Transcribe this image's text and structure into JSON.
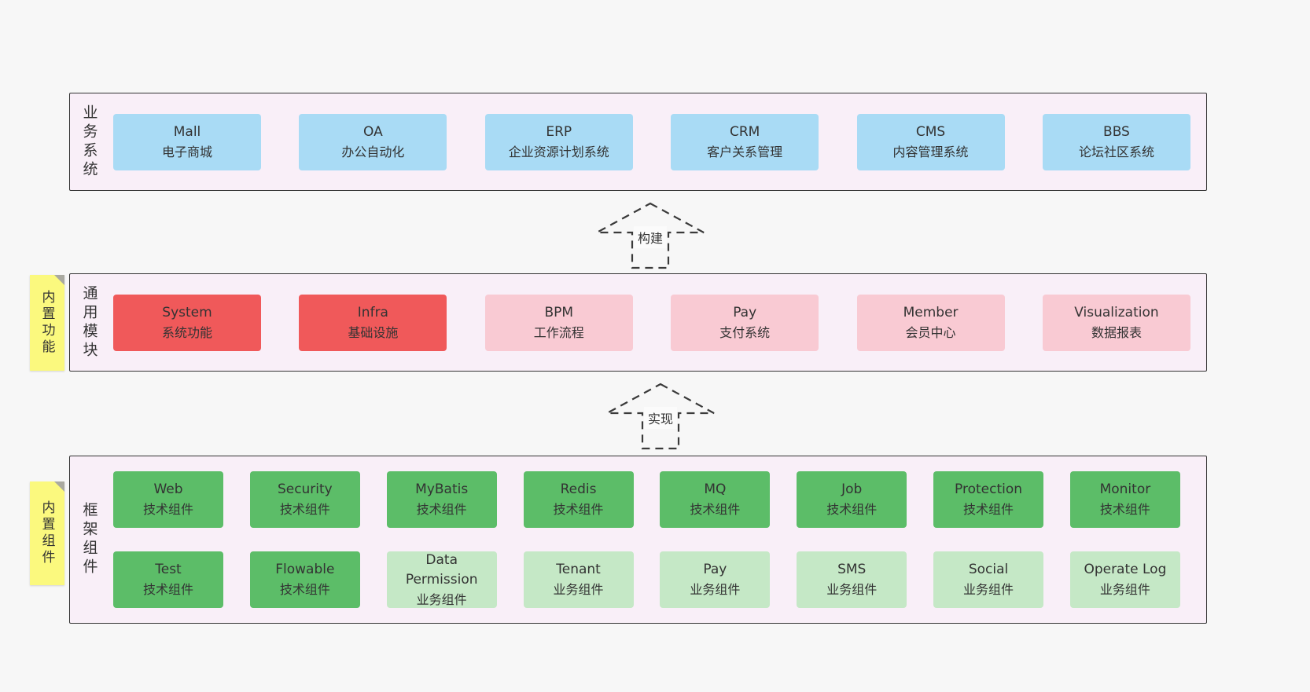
{
  "colors": {
    "page_bg": "#f7f7f7",
    "panel_bg": "#f9eff8",
    "panel_border": "#333333",
    "blue_box": "#a9dbf5",
    "red_box": "#f0595a",
    "pink_box": "#f9cad3",
    "green_dark_box": "#5cbd68",
    "green_light_box": "#c5e8c6",
    "sticky_yellow": "#fbf97e"
  },
  "arrows": [
    {
      "label": "构建"
    },
    {
      "label": "实现"
    }
  ],
  "stickies": [
    {
      "label": "内置功能"
    },
    {
      "label": "内置组件"
    }
  ],
  "sections": {
    "business": {
      "side_label": "业务系统",
      "items": [
        {
          "title": "Mall",
          "subtitle": "电子商城"
        },
        {
          "title": "OA",
          "subtitle": "办公自动化"
        },
        {
          "title": "ERP",
          "subtitle": "企业资源计划系统"
        },
        {
          "title": "CRM",
          "subtitle": "客户关系管理"
        },
        {
          "title": "CMS",
          "subtitle": "内容管理系统"
        },
        {
          "title": "BBS",
          "subtitle": "论坛社区系统"
        }
      ]
    },
    "modules": {
      "side_label": "通用模块",
      "items": [
        {
          "title": "System",
          "subtitle": "系统功能",
          "variant": "red"
        },
        {
          "title": "Infra",
          "subtitle": "基础设施",
          "variant": "red"
        },
        {
          "title": "BPM",
          "subtitle": "工作流程",
          "variant": "pink"
        },
        {
          "title": "Pay",
          "subtitle": "支付系统",
          "variant": "pink"
        },
        {
          "title": "Member",
          "subtitle": "会员中心",
          "variant": "pink"
        },
        {
          "title": "Visualization",
          "subtitle": "数据报表",
          "variant": "pink"
        }
      ]
    },
    "framework": {
      "side_label": "框架组件",
      "row1": [
        {
          "title": "Web",
          "subtitle": "技术组件",
          "variant": "green-dark"
        },
        {
          "title": "Security",
          "subtitle": "技术组件",
          "variant": "green-dark"
        },
        {
          "title": "MyBatis",
          "subtitle": "技术组件",
          "variant": "green-dark"
        },
        {
          "title": "Redis",
          "subtitle": "技术组件",
          "variant": "green-dark"
        },
        {
          "title": "MQ",
          "subtitle": "技术组件",
          "variant": "green-dark"
        },
        {
          "title": "Job",
          "subtitle": "技术组件",
          "variant": "green-dark"
        },
        {
          "title": "Protection",
          "subtitle": "技术组件",
          "variant": "green-dark"
        },
        {
          "title": "Monitor",
          "subtitle": "技术组件",
          "variant": "green-dark"
        }
      ],
      "row2": [
        {
          "title": "Test",
          "subtitle": "技术组件",
          "variant": "green-dark"
        },
        {
          "title": "Flowable",
          "subtitle": "技术组件",
          "variant": "green-dark"
        },
        {
          "title": "Data Permission",
          "subtitle": "业务组件",
          "variant": "green-light"
        },
        {
          "title": "Tenant",
          "subtitle": "业务组件",
          "variant": "green-light"
        },
        {
          "title": "Pay",
          "subtitle": "业务组件",
          "variant": "green-light"
        },
        {
          "title": "SMS",
          "subtitle": "业务组件",
          "variant": "green-light"
        },
        {
          "title": "Social",
          "subtitle": "业务组件",
          "variant": "green-light"
        },
        {
          "title": "Operate Log",
          "subtitle": "业务组件",
          "variant": "green-light"
        }
      ]
    }
  }
}
